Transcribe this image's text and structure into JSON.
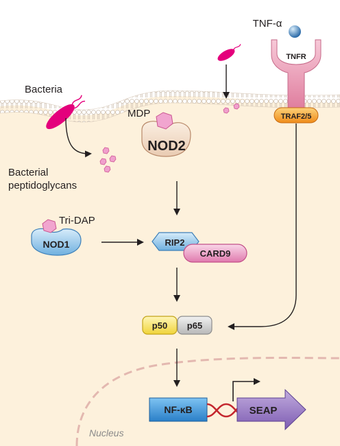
{
  "labels": {
    "tnf_alpha": "TNF-α",
    "tnfr": "TNFR",
    "traf": "TRAF2/5",
    "bacteria": "Bacteria",
    "bacterial_pg_line1": "Bacterial",
    "bacterial_pg_line2": "peptidoglycans",
    "mdp": "MDP",
    "nod2": "NOD2",
    "tri_dap": "Tri-DAP",
    "nod1": "NOD1",
    "rip2": "RIP2",
    "card9": "CARD9",
    "p50": "p50",
    "p65": "p65",
    "nfkb": "NF-κB",
    "seap": "SEAP",
    "nucleus": "Nucleus"
  },
  "colors": {
    "cytoplasm": "#fdf1dc",
    "membrane": "#e8dccb",
    "bacteria": "#e4007c",
    "receptor": "#e68aa8",
    "traf": "#f5a623",
    "nod": "#f2dfcf",
    "nod1": "#7fb8e0",
    "rip2": "#7fb8e0",
    "card9": "#ea7fb5",
    "p50": "#f7e25a",
    "p65": "#cfcfcf",
    "nfkb": "#3a8fd8",
    "seap": "#8c6bbd",
    "nucleus_border": "#e3b8b0"
  }
}
